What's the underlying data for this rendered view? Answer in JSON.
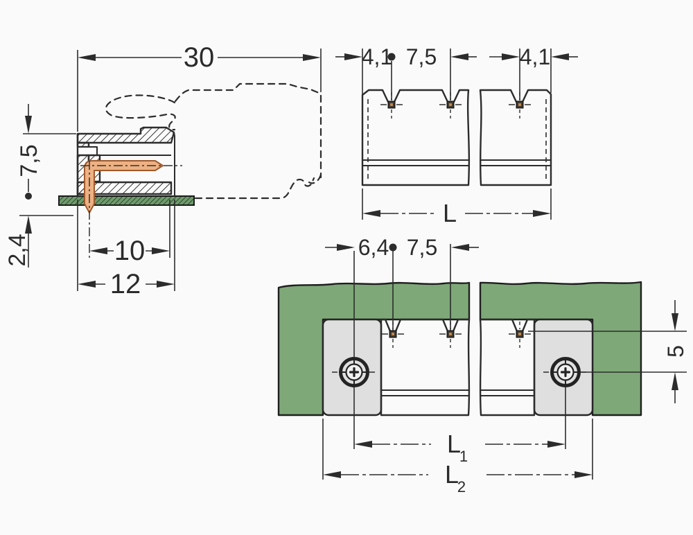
{
  "side_view": {
    "overall_width": "30",
    "height_above_board": "7,5",
    "pin_length_below": "2,4",
    "depth_inner": "10",
    "depth_total": "12"
  },
  "front_view": {
    "margin_left": "4,1",
    "pin_pitch": "7,5",
    "margin_right": "4,1",
    "overall_length": "L"
  },
  "panel_view": {
    "screw_to_pin": "6,4",
    "pin_pitch": "7,5",
    "pin_to_screw_offset": "5",
    "screw_spacing_base": "L",
    "screw_spacing_sub": "1",
    "cutout_length_base": "L",
    "cutout_length_sub": "2"
  },
  "colors": {
    "pcb_green": "#7EA878",
    "pcb_green_dark": "#6F9B6C",
    "copper": "#EDB183",
    "copper_edge": "#A05A2C",
    "flange_gray": "#DFDFDF",
    "line_dark": "#2C2C2C"
  }
}
